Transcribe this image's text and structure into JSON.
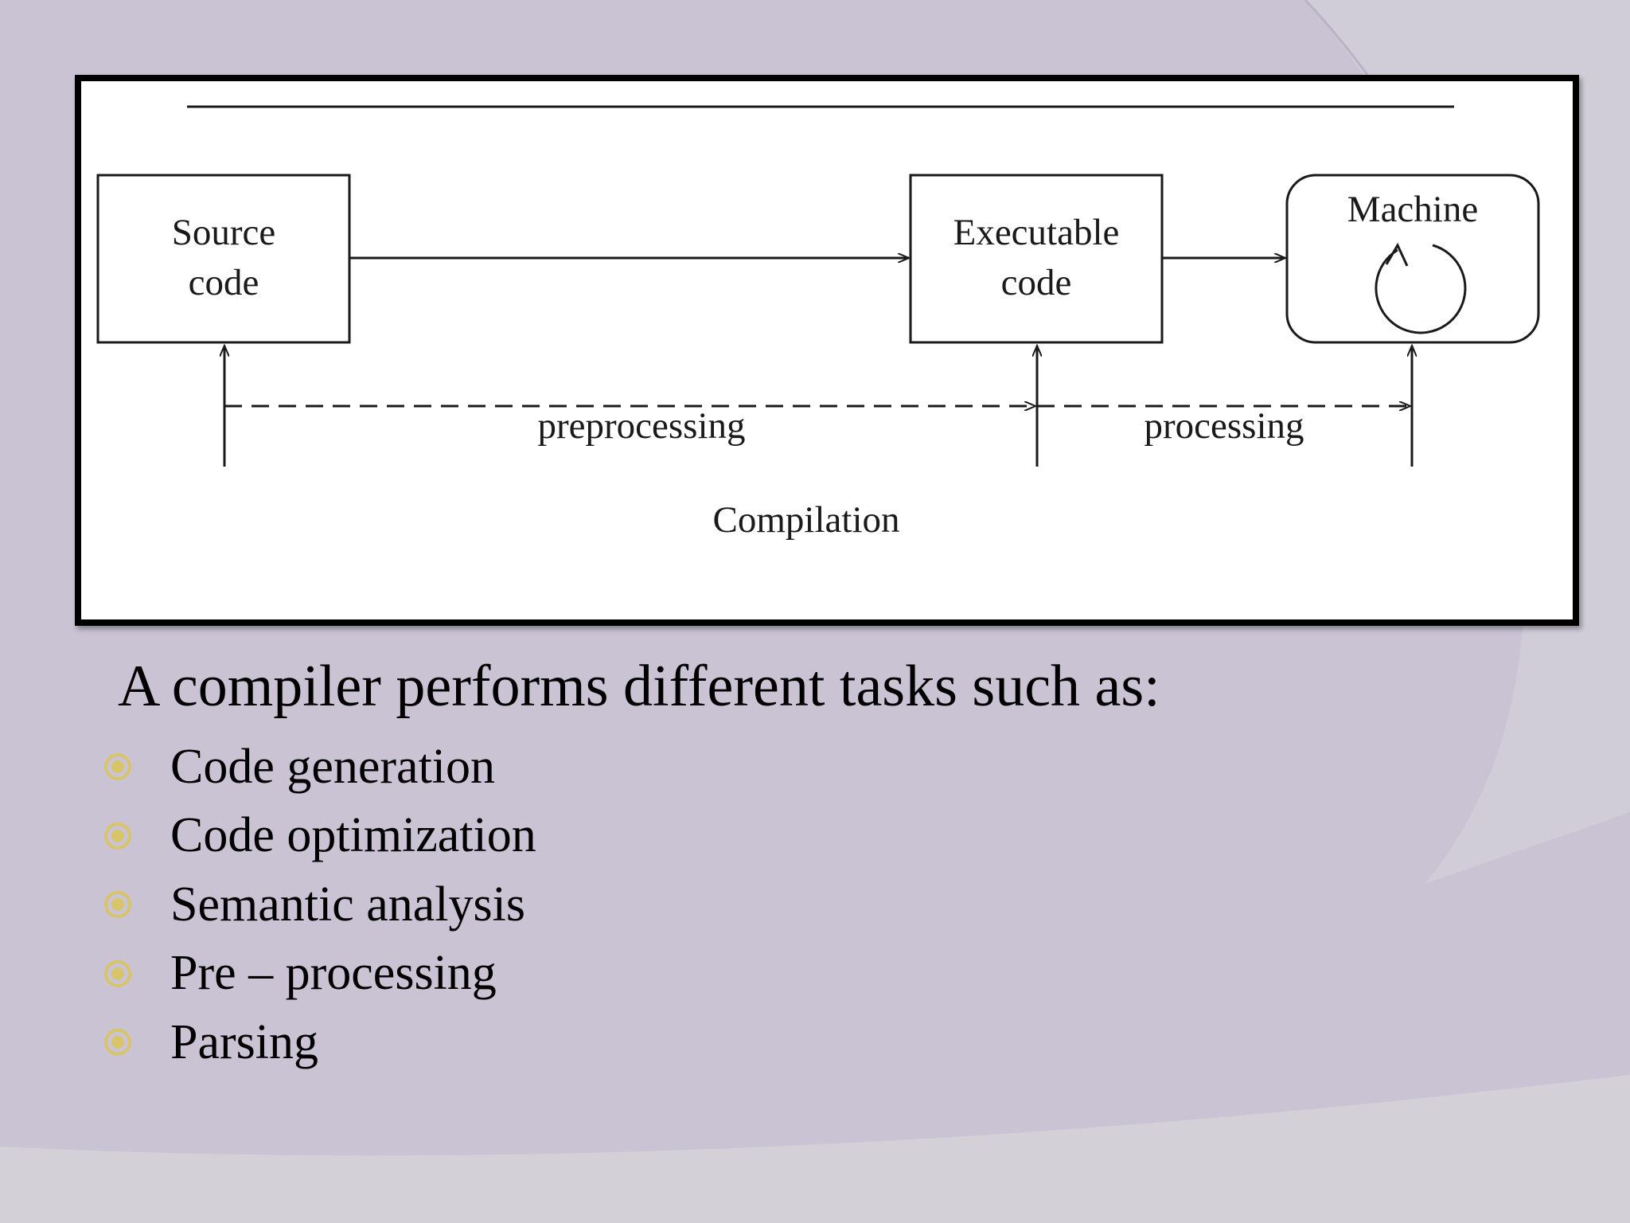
{
  "colors": {
    "background": "#c9c3d4",
    "accent_shape": "#d3cfd8",
    "bullet": "#d8c56a",
    "figure_frame": "#000000",
    "diagram_ink": "#1a1a1a"
  },
  "diagram": {
    "nodes": {
      "source": {
        "line1": "Source",
        "line2": "code"
      },
      "executable": {
        "line1": "Executable",
        "line2": "code"
      },
      "machine": {
        "label": "Machine",
        "icon": "cycle-arrow-icon"
      }
    },
    "labels": {
      "preprocessing": "preprocessing",
      "processing": "processing",
      "compilation": "Compilation"
    }
  },
  "content": {
    "intro": "A compiler performs different tasks such as:",
    "bullet_icon": "circle-bullet-icon",
    "tasks": [
      "Code generation",
      "Code optimization",
      "Semantic analysis",
      "Pre – processing",
      "Parsing"
    ]
  }
}
